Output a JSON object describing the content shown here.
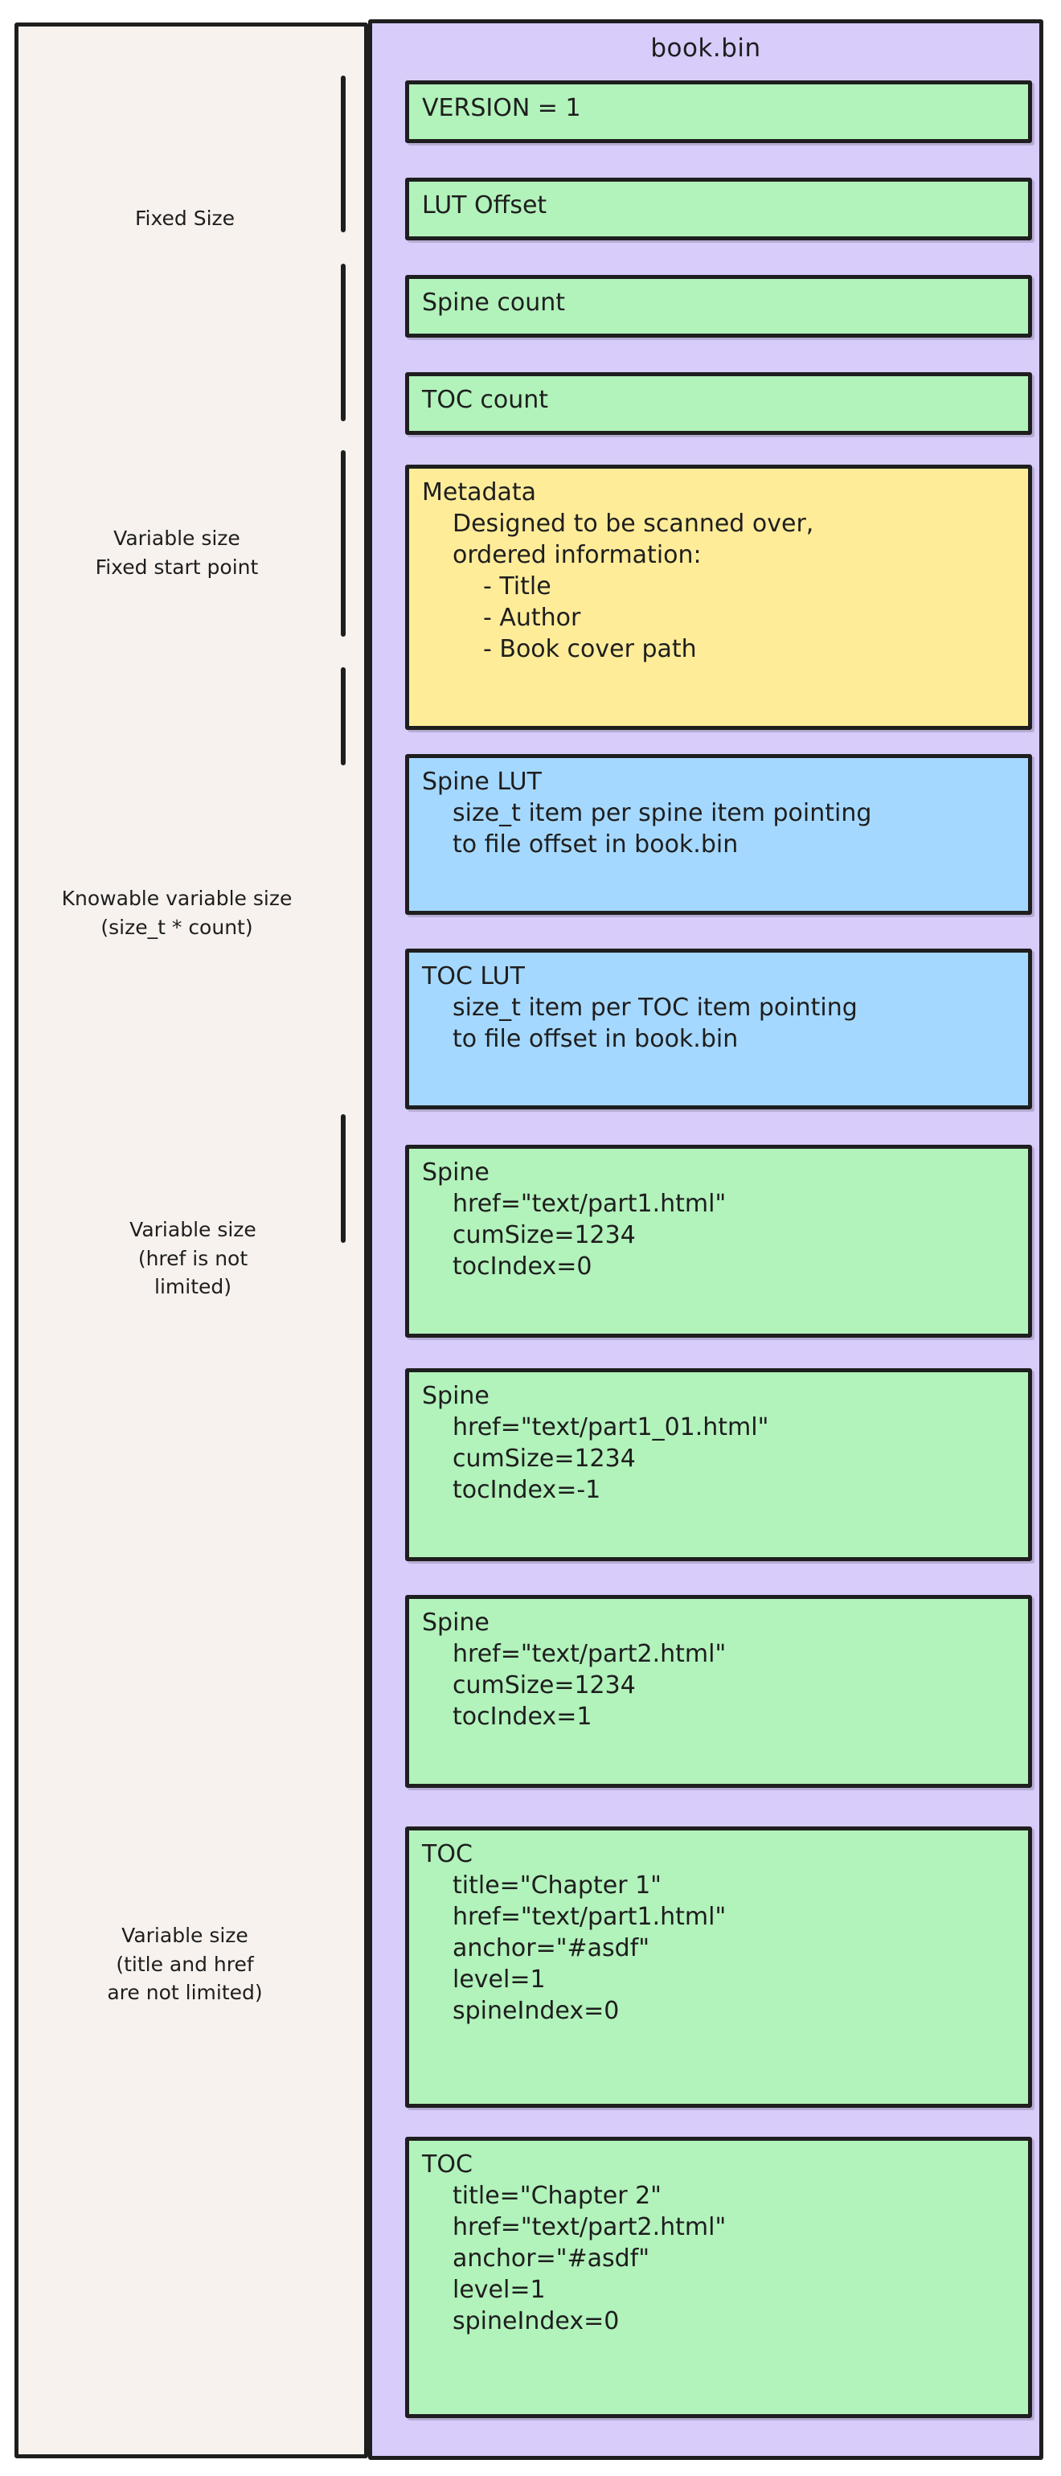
{
  "diagram": {
    "title": "book.bin",
    "colors": {
      "canvas": "#ffffff",
      "left_panel_bg": "#f7f2ee",
      "right_panel_bg": "#d8ccfb",
      "stroke": "#1e1e1e",
      "green": "#b2f2bb",
      "yellow": "#ffec99",
      "blue": "#a5d8ff"
    }
  },
  "left_labels": [
    {
      "id": "fixed-size",
      "text": "Fixed Size"
    },
    {
      "id": "variable-fixed-start",
      "text": "Variable size\nFixed start point"
    },
    {
      "id": "knowable-variable-size",
      "text": "Knowable variable size\n(size_t * count)"
    },
    {
      "id": "variable-href",
      "text": "Variable size\n(href is not\nlimited)"
    },
    {
      "id": "variable-title-href",
      "text": "Variable size\n(title and href\nare not limited)"
    }
  ],
  "blocks": [
    {
      "id": "version",
      "color": "green",
      "lines": [
        {
          "indent": 0,
          "text": "VERSION = 1"
        }
      ]
    },
    {
      "id": "lut-offset",
      "color": "green",
      "lines": [
        {
          "indent": 0,
          "text": "LUT Offset"
        }
      ]
    },
    {
      "id": "spine-count",
      "color": "green",
      "lines": [
        {
          "indent": 0,
          "text": "Spine count"
        }
      ]
    },
    {
      "id": "toc-count",
      "color": "green",
      "lines": [
        {
          "indent": 0,
          "text": "TOC count"
        }
      ]
    },
    {
      "id": "metadata",
      "color": "yellow",
      "lines": [
        {
          "indent": 0,
          "text": "Metadata"
        },
        {
          "indent": 1,
          "text": "Designed to be scanned over,"
        },
        {
          "indent": 1,
          "text": "ordered information:"
        },
        {
          "indent": 2,
          "text": "- Title"
        },
        {
          "indent": 2,
          "text": "- Author"
        },
        {
          "indent": 2,
          "text": "- Book cover path"
        }
      ]
    },
    {
      "id": "spine-lut",
      "color": "blue",
      "lines": [
        {
          "indent": 0,
          "text": "Spine LUT"
        },
        {
          "indent": 1,
          "text": "size_t item per spine item pointing"
        },
        {
          "indent": 1,
          "text": "to file offset in book.bin"
        }
      ]
    },
    {
      "id": "toc-lut",
      "color": "blue",
      "lines": [
        {
          "indent": 0,
          "text": "TOC LUT"
        },
        {
          "indent": 1,
          "text": "size_t item per TOC item pointing"
        },
        {
          "indent": 1,
          "text": "to file offset in book.bin"
        }
      ]
    },
    {
      "id": "spine-1",
      "color": "green",
      "lines": [
        {
          "indent": 0,
          "text": "Spine"
        },
        {
          "indent": 1,
          "text": "href=\"text/part1.html\""
        },
        {
          "indent": 1,
          "text": "cumSize=1234"
        },
        {
          "indent": 1,
          "text": "tocIndex=0"
        }
      ]
    },
    {
      "id": "spine-2",
      "color": "green",
      "lines": [
        {
          "indent": 0,
          "text": "Spine"
        },
        {
          "indent": 1,
          "text": "href=\"text/part1_01.html\""
        },
        {
          "indent": 1,
          "text": "cumSize=1234"
        },
        {
          "indent": 1,
          "text": "tocIndex=-1"
        }
      ]
    },
    {
      "id": "spine-3",
      "color": "green",
      "lines": [
        {
          "indent": 0,
          "text": "Spine"
        },
        {
          "indent": 1,
          "text": "href=\"text/part2.html\""
        },
        {
          "indent": 1,
          "text": "cumSize=1234"
        },
        {
          "indent": 1,
          "text": "tocIndex=1"
        }
      ]
    },
    {
      "id": "toc-1",
      "color": "green",
      "lines": [
        {
          "indent": 0,
          "text": "TOC"
        },
        {
          "indent": 1,
          "text": "title=\"Chapter 1\""
        },
        {
          "indent": 1,
          "text": "href=\"text/part1.html\""
        },
        {
          "indent": 1,
          "text": "anchor=\"#asdf\""
        },
        {
          "indent": 1,
          "text": "level=1"
        },
        {
          "indent": 1,
          "text": "spineIndex=0"
        }
      ]
    },
    {
      "id": "toc-2",
      "color": "green",
      "lines": [
        {
          "indent": 0,
          "text": "TOC"
        },
        {
          "indent": 1,
          "text": "title=\"Chapter 2\""
        },
        {
          "indent": 1,
          "text": "href=\"text/part2.html\""
        },
        {
          "indent": 1,
          "text": "anchor=\"#asdf\""
        },
        {
          "indent": 1,
          "text": "level=1"
        },
        {
          "indent": 1,
          "text": "spineIndex=0"
        }
      ]
    }
  ]
}
